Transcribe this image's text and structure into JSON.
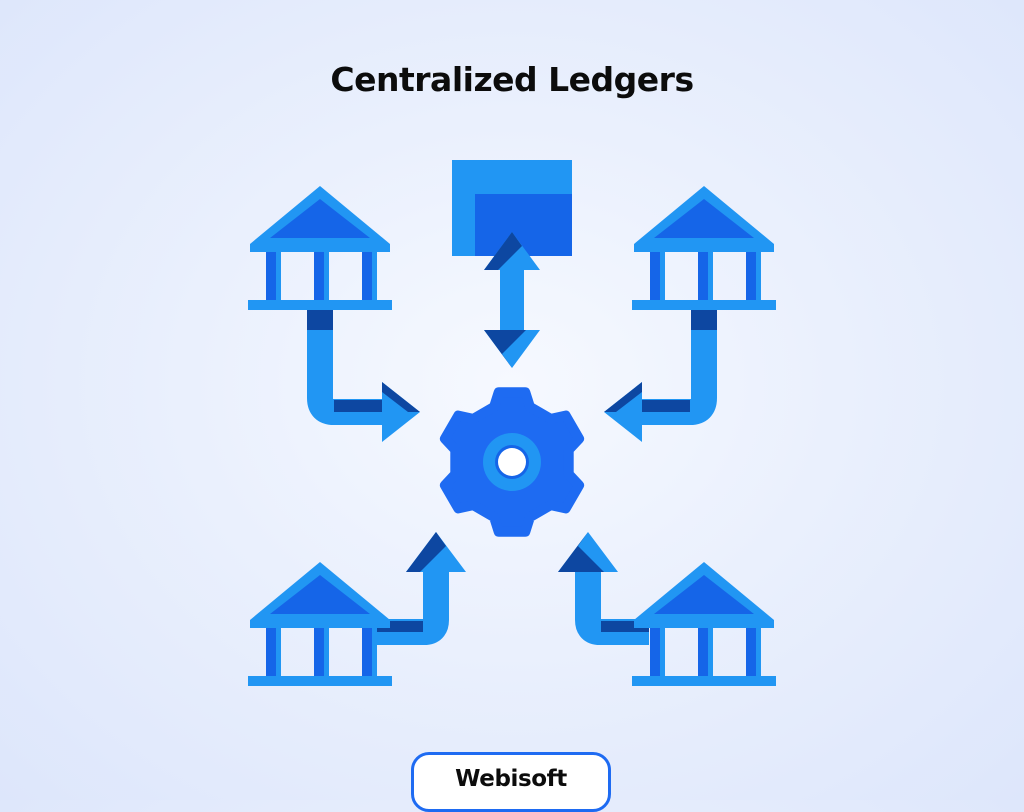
{
  "title": "Centralized Ledgers",
  "brand": "Webisoft",
  "nodes": [
    {
      "icon": "bank-icon",
      "role": "participant"
    },
    {
      "icon": "ledger-database-icon",
      "role": "central ledger"
    },
    {
      "icon": "bank-icon",
      "role": "participant"
    },
    {
      "icon": "gear-icon",
      "role": "central authority"
    },
    {
      "icon": "bank-icon",
      "role": "participant"
    },
    {
      "icon": "bank-icon",
      "role": "participant"
    }
  ],
  "colors": {
    "primary": "#1e6bf2",
    "light": "#2196f3",
    "dark": "#0d47a1",
    "accent": "#1565e8",
    "text": "#0c0c0c"
  }
}
